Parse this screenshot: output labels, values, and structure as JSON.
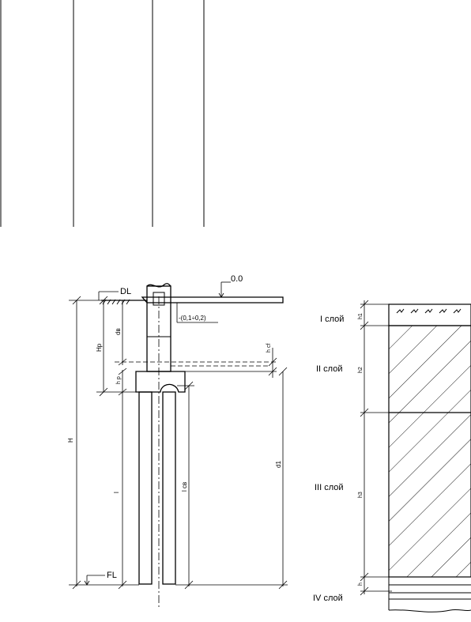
{
  "labels": {
    "level_zero": "0.0",
    "dl": "DL",
    "fl": "FL",
    "offset": "-(0,1÷0,2)",
    "H": "H",
    "Hp": "Hp",
    "dw": "dв",
    "hcf": "h cf",
    "hp": "h p",
    "l": "l",
    "lcv": "l св",
    "d1": "d1"
  },
  "layers": [
    {
      "name": "I слой",
      "thickness_label": "h1"
    },
    {
      "name": "II слой",
      "thickness_label": "h2"
    },
    {
      "name": "III слой",
      "thickness_label": "h3"
    },
    {
      "name": "IV слой",
      "thickness_label": "h"
    }
  ],
  "colors": {
    "ink": "#000000",
    "background": "#ffffff"
  }
}
